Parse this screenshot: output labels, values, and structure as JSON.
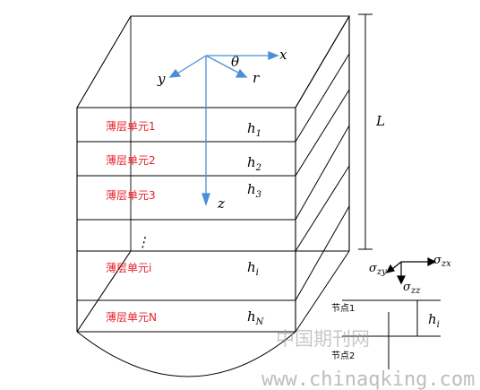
{
  "layers": [
    {
      "label": "薄层单元1",
      "h": "h",
      "h_sub": "1"
    },
    {
      "label": "薄层单元2",
      "h": "h",
      "h_sub": "2"
    },
    {
      "label": "薄层单元3",
      "h": "h",
      "h_sub": "3"
    },
    {
      "label": "薄层单元i",
      "h": "h",
      "h_sub": "i"
    },
    {
      "label": "薄层单元N",
      "h": "h",
      "h_sub": "N"
    }
  ],
  "axes": {
    "x": "x",
    "y": "y",
    "z": "z",
    "r": "r",
    "theta": "θ"
  },
  "length_label": "L",
  "ellipsis": "⋮",
  "node_labels": {
    "node1": "节点1",
    "node2": "节点2"
  },
  "node_h": {
    "h": "h",
    "sub": "i"
  },
  "stress": {
    "zx": {
      "sym": "σ",
      "sub": "zx"
    },
    "zy": {
      "sym": "σ",
      "sub": "zy"
    },
    "zz": {
      "sym": "σ",
      "sub": "zz"
    }
  },
  "watermark": {
    "cn": "中国期刊网",
    "url": "www.chinaqking.com"
  },
  "colors": {
    "axis": "#4a8fd6",
    "red_label": "#e8202a",
    "line": "#000000"
  }
}
